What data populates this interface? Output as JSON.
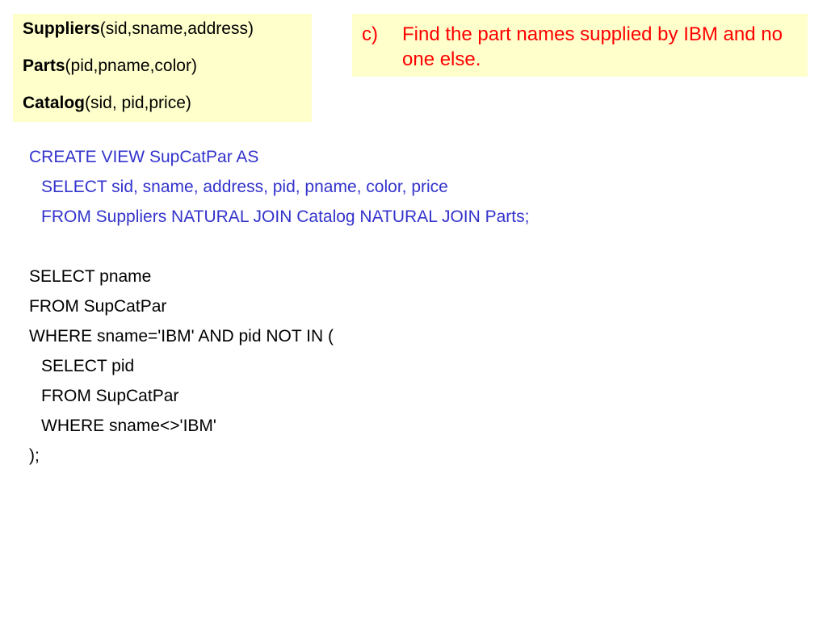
{
  "schema": {
    "suppliers": {
      "name": "Suppliers",
      "attrs": "(sid,sname,address)"
    },
    "parts": {
      "name": "Parts",
      "attrs": "(pid,pname,color)"
    },
    "catalog": {
      "name": "Catalog",
      "attrs": "(sid, pid,price)"
    }
  },
  "question": {
    "marker": "c)",
    "text": "Find the part names supplied by IBM and no one else."
  },
  "view_sql": {
    "line1": "CREATE VIEW SupCatPar AS",
    "line2": "SELECT sid, sname, address, pid, pname, color, price",
    "line3": "FROM Suppliers NATURAL JOIN Catalog NATURAL JOIN Parts;"
  },
  "query_sql": {
    "line1": "SELECT pname",
    "line2": "FROM SupCatPar",
    "line3": "WHERE sname='IBM' AND pid NOT IN (",
    "line4": "SELECT pid",
    "line5": "FROM SupCatPar",
    "line6": "WHERE sname<>'IBM'",
    "line7": ");"
  },
  "colors": {
    "box_background": "#ffffcc",
    "question_text": "#ff0000",
    "view_sql_text": "#3333cc",
    "query_sql_text": "#000000"
  }
}
